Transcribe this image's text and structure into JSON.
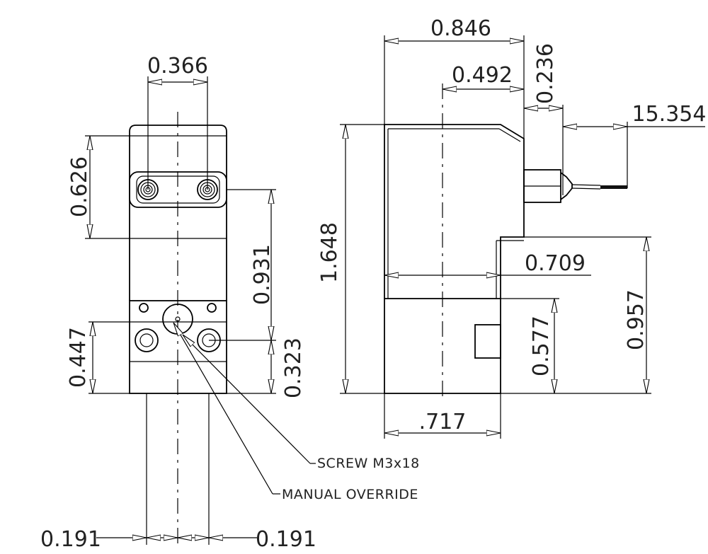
{
  "dimensions": {
    "front_width": "0.366",
    "front_top_height": "0.626",
    "front_port_height": "0.931",
    "front_bottom_height": "0.447",
    "front_port_offset": "0.323",
    "front_left_offset": "0.191",
    "front_right_offset": "0.191",
    "side_total_width": "0.846",
    "side_center_offset": "0.492",
    "side_fitting_width": "0.236",
    "side_wire_length": "15.354",
    "side_total_height": "1.648",
    "side_body_width": "0.709",
    "side_coil_height": "0.957",
    "side_base_height": "0.577",
    "side_base_width": ".717"
  },
  "callouts": {
    "screw": "SCREW M3x18",
    "manual_override": "MANUAL OVERRIDE"
  }
}
